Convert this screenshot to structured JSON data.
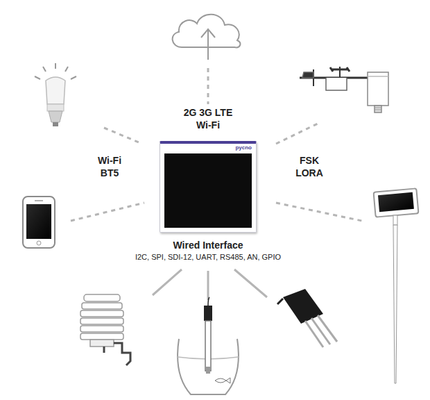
{
  "diagram": {
    "nodes": [
      {
        "text": [
          "pycno"
        ]
      }
    ],
    "labels": [
      "2G 3G LTE Wi-Fi",
      "Wi-Fi BT5",
      "FSK LORA",
      "Wired Interface",
      "I2C, SPI, SDI-12, UART, RS485, AN, GPIO"
    ]
  }
}
